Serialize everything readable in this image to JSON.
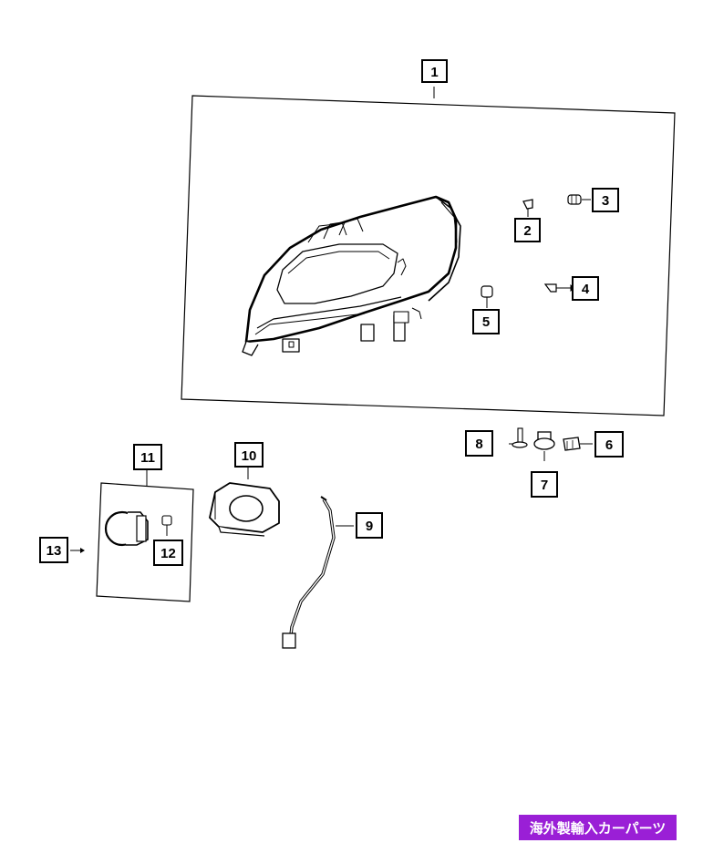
{
  "callouts": [
    {
      "id": "1",
      "label": "1"
    },
    {
      "id": "2",
      "label": "2"
    },
    {
      "id": "3",
      "label": "3"
    },
    {
      "id": "4",
      "label": "4"
    },
    {
      "id": "5",
      "label": "5"
    },
    {
      "id": "6",
      "label": "6"
    },
    {
      "id": "7",
      "label": "7"
    },
    {
      "id": "8",
      "label": "8"
    },
    {
      "id": "9",
      "label": "9"
    },
    {
      "id": "10",
      "label": "10"
    },
    {
      "id": "11",
      "label": "11"
    },
    {
      "id": "12",
      "label": "12"
    },
    {
      "id": "13",
      "label": "13"
    }
  ],
  "watermark": {
    "text": "海外製輸入カーパーツ",
    "color": "#9a1fd6"
  },
  "colors": {
    "line": "#000000",
    "background": "#ffffff"
  }
}
